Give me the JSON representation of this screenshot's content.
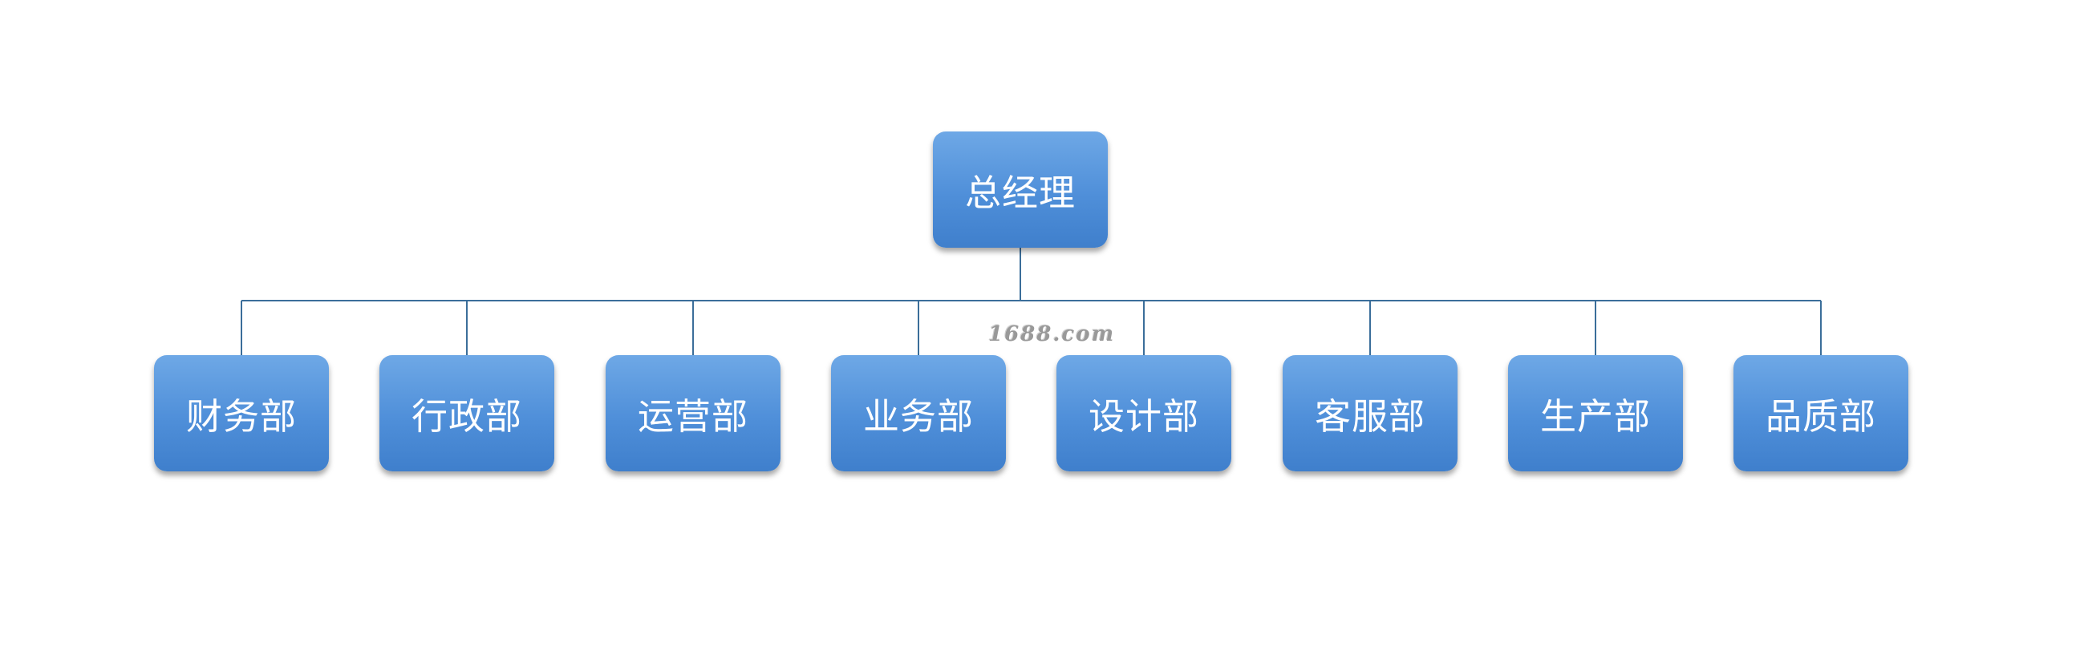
{
  "root": {
    "label": "总经理"
  },
  "departments": [
    {
      "label": "财务部"
    },
    {
      "label": "行政部"
    },
    {
      "label": "运营部"
    },
    {
      "label": "业务部"
    },
    {
      "label": "设计部"
    },
    {
      "label": "客服部"
    },
    {
      "label": "生产部"
    },
    {
      "label": "品质部"
    }
  ],
  "watermark": "1688.com",
  "colors": {
    "box_top": "#6ea8e6",
    "box_bottom": "#3f7fcc",
    "connector": "#3b6e9a",
    "text": "#ffffff"
  }
}
